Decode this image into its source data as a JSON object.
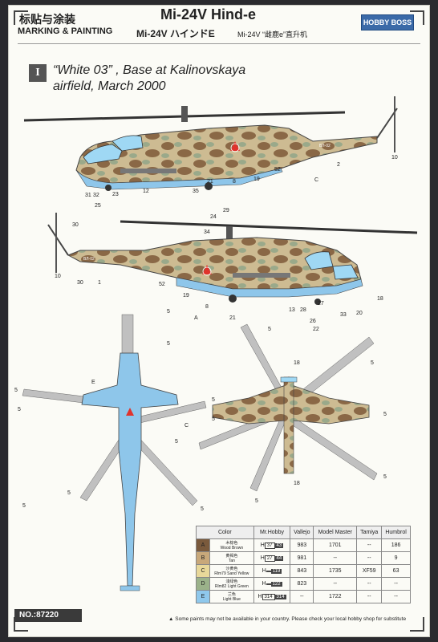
{
  "header": {
    "title_cn": "标贴与涂装",
    "title_en": "MARKING & PAINTING",
    "model": "Mi-24V Hind-e",
    "model_jp": "Mi-24V ハインドE",
    "model_cn": "Mi-24V “雌鹿e”直升机",
    "brand": "HOBBY BOSS"
  },
  "scheme": {
    "number": "I",
    "line1": "“White 03” , Base at Kalinovskaya",
    "line2": "airfield, March 2000"
  },
  "callouts": {
    "top": [
      "10",
      "31",
      "32",
      "25",
      "23",
      "12",
      "35",
      "21",
      "8",
      "19",
      "52",
      "C",
      "2"
    ],
    "side": [
      "24",
      "29",
      "34",
      "30",
      "10",
      "30",
      "1",
      "52",
      "19",
      "A",
      "8",
      "21",
      "13",
      "28",
      "27",
      "26",
      "22",
      "33",
      "20",
      "18"
    ],
    "plan": [
      "5",
      "5",
      "5",
      "5",
      "5",
      "5",
      "E",
      "5",
      "5",
      "5",
      "5",
      "5",
      "5",
      "5",
      "18",
      "5",
      "C",
      "5",
      "18",
      "5"
    ]
  },
  "colors": {
    "camo_brown": "#8a6846",
    "camo_sand": "#cdbb92",
    "camo_green": "#9aa98a",
    "belly_blue": "#8ec6ea",
    "canopy": "#9fd8f4",
    "star_red": "#e0332c"
  },
  "color_table": {
    "headers": [
      "Color",
      "Mr.Hobby",
      "Vallejo",
      "Model Master",
      "Tamiya",
      "Humbrol"
    ],
    "rows": [
      {
        "code": "A",
        "swatch": "#7a5a3c",
        "name_cn": "木棕色",
        "name_en": "Wood Brown",
        "mrhobby_code": "37",
        "mrhobby_no": "43",
        "vallejo": "983",
        "modelmaster": "1701",
        "tamiya": "--",
        "humbrol": "186"
      },
      {
        "code": "B",
        "swatch": "#c8a87a",
        "name_cn": "黄褐色",
        "name_en": "Tan",
        "mrhobby_code": "27",
        "mrhobby_no": "44",
        "vallejo": "981",
        "modelmaster": "--",
        "tamiya": "--",
        "humbrol": "9"
      },
      {
        "code": "C",
        "swatch": "#e8d89a",
        "name_cn": "沙黄色",
        "name_en": "Rlm79 Sand Yellow",
        "mrhobby_code": "",
        "mrhobby_no": "119",
        "vallejo": "843",
        "modelmaster": "1735",
        "tamiya": "XF59",
        "humbrol": "63"
      },
      {
        "code": "D",
        "swatch": "#9bb28a",
        "name_cn": "浅绿色",
        "name_en": "Rlm82 Light Green",
        "mrhobby_code": "",
        "mrhobby_no": "122",
        "vallejo": "823",
        "modelmaster": "--",
        "tamiya": "--",
        "humbrol": "--"
      },
      {
        "code": "E",
        "swatch": "#8fc8ec",
        "name_cn": "兰色",
        "name_en": "Light Blue",
        "mrhobby_code": "314",
        "mrhobby_no": "314",
        "vallejo": "--",
        "modelmaster": "1722",
        "tamiya": "--",
        "humbrol": "--"
      }
    ]
  },
  "footer": {
    "kit_no": "NO.:87220",
    "note": "Some paints may not be available in your country. Please check your local hobby shop for substitute"
  }
}
